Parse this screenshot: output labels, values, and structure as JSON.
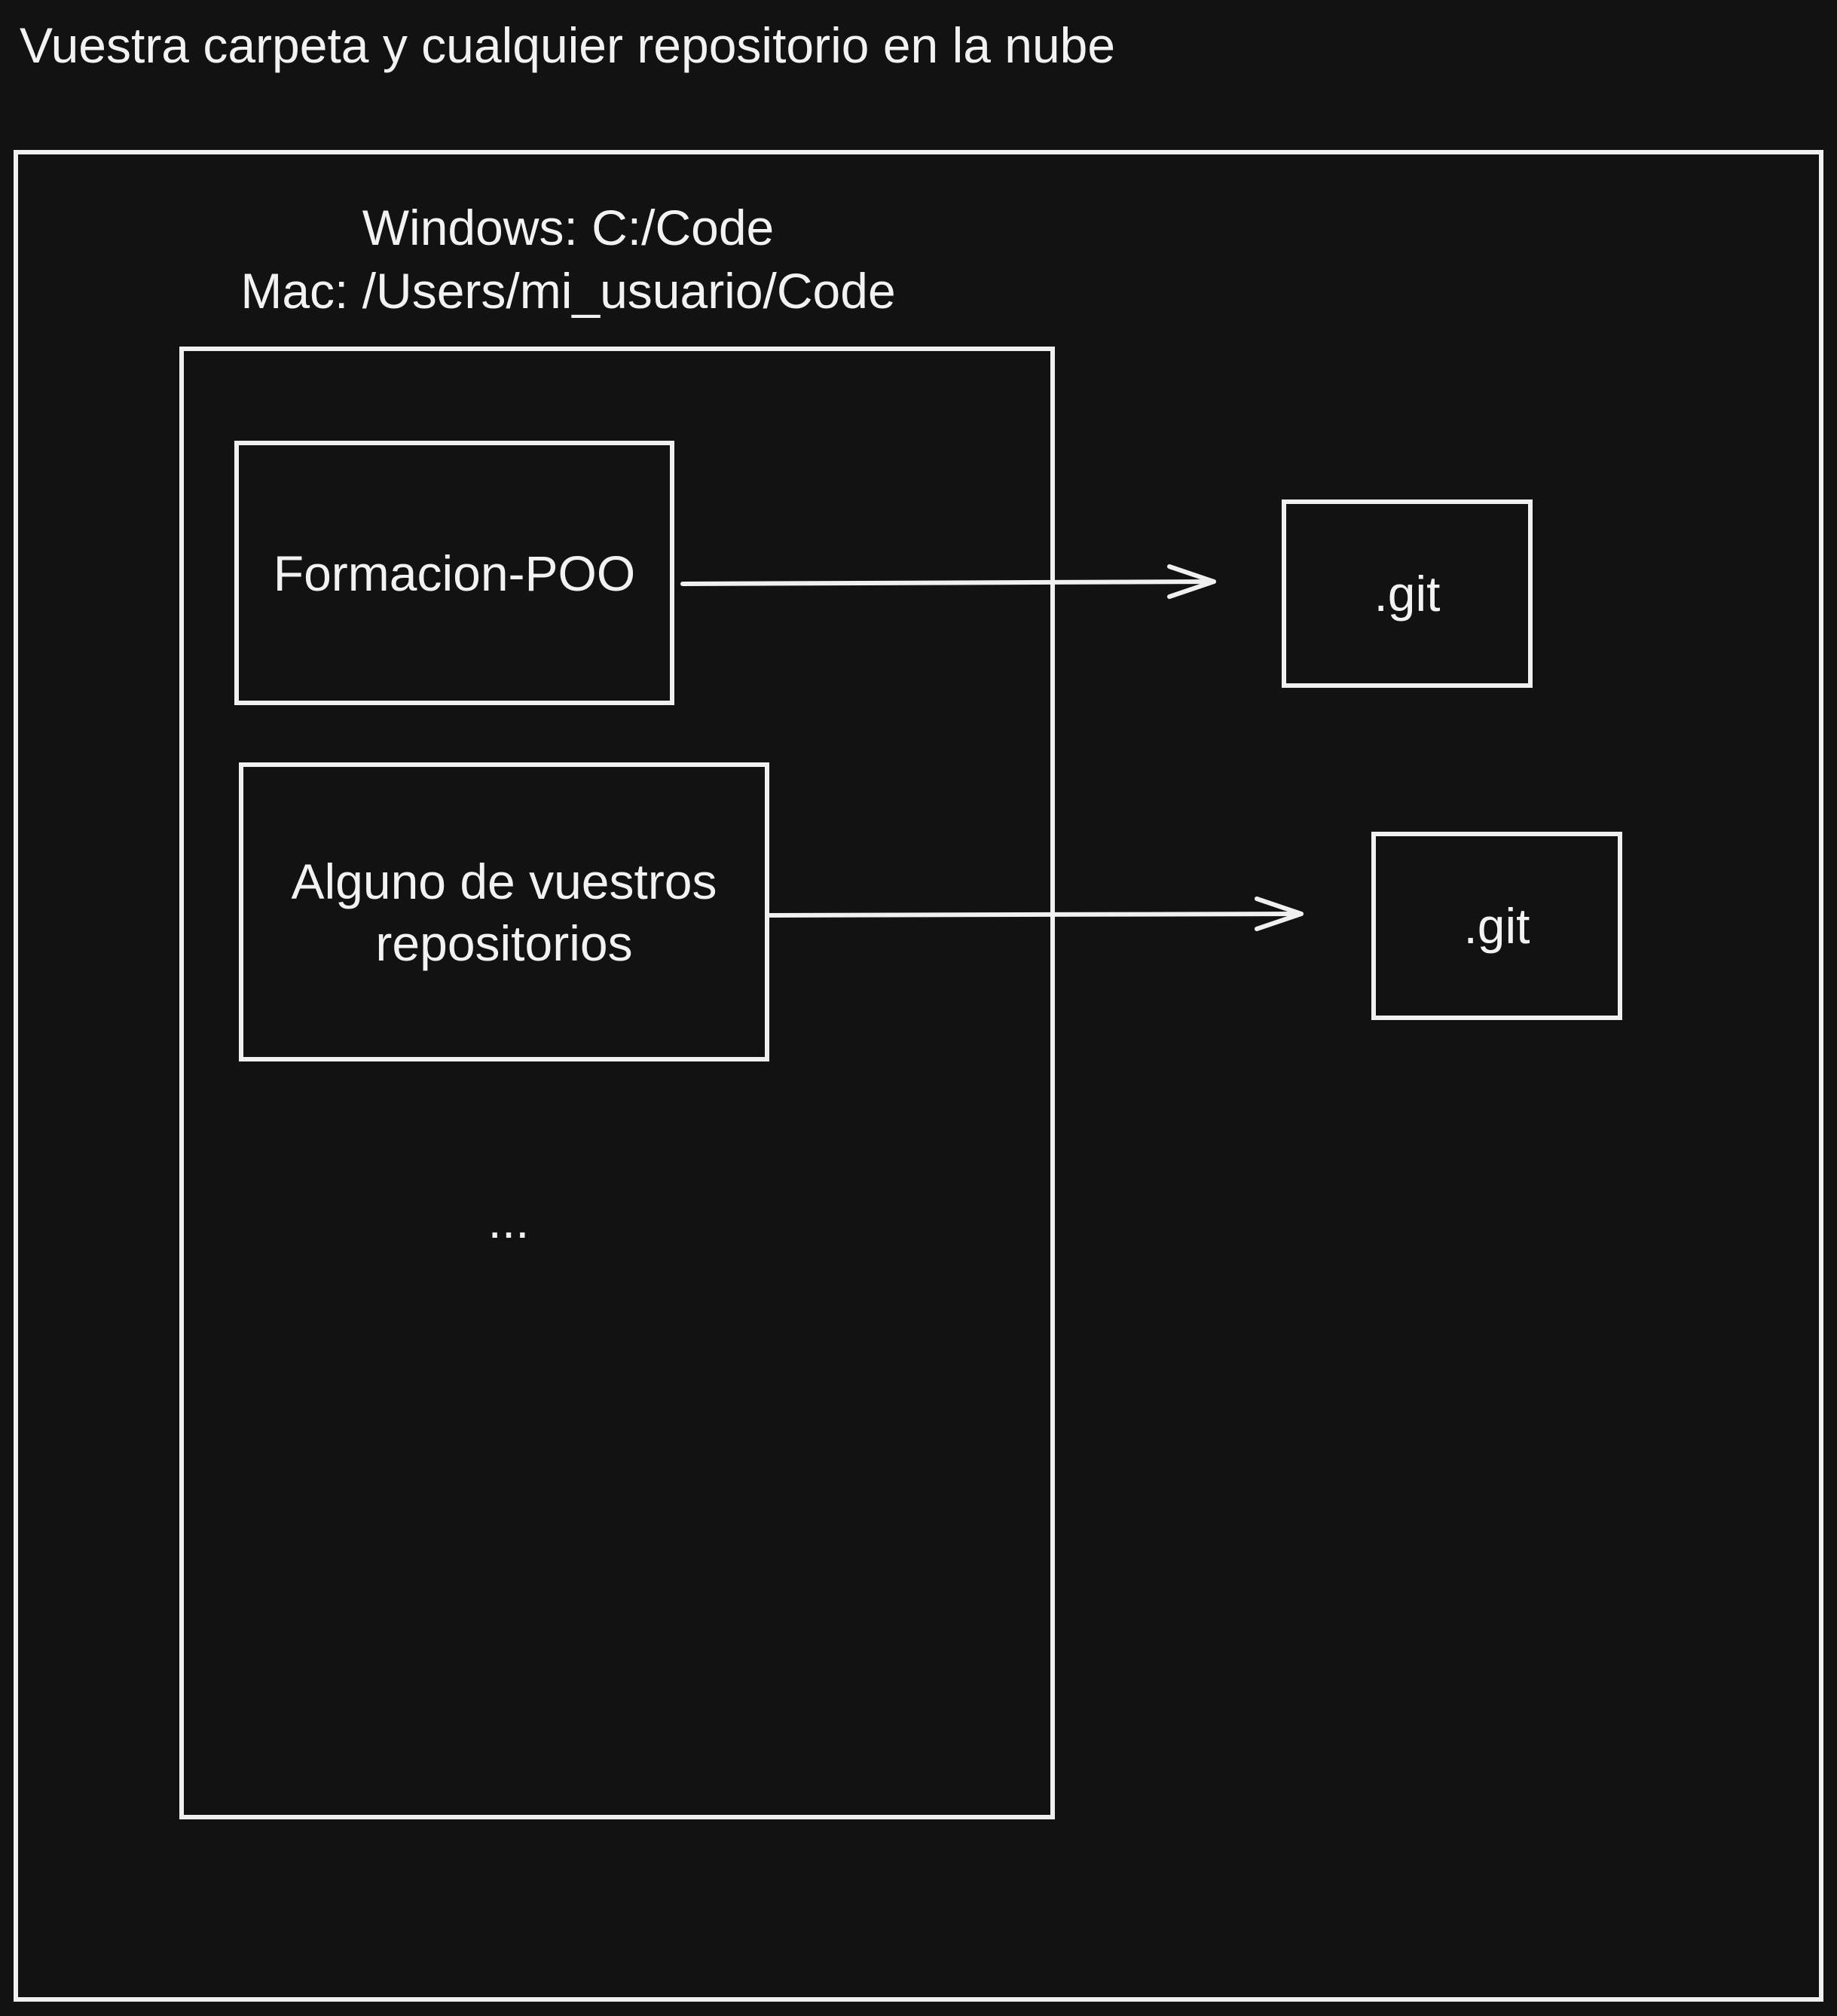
{
  "diagram": {
    "title": "Vuestra carpeta y cualquier repositorio en la nube",
    "code_folder": {
      "label_line1": "Windows: C:/Code",
      "label_line2": "Mac: /Users/mi_usuario/Code"
    },
    "repos": [
      {
        "label_line1": "Formacion-POO",
        "label_line2": ""
      },
      {
        "label_line1": "Alguno de vuestros",
        "label_line2": "repositorios"
      }
    ],
    "git_nodes": [
      {
        "label": ".git"
      },
      {
        "label": ".git"
      }
    ],
    "more_indicator": "...",
    "colors": {
      "background": "#121212",
      "stroke": "#f0f0f0",
      "text": "#f2f2f2"
    }
  }
}
